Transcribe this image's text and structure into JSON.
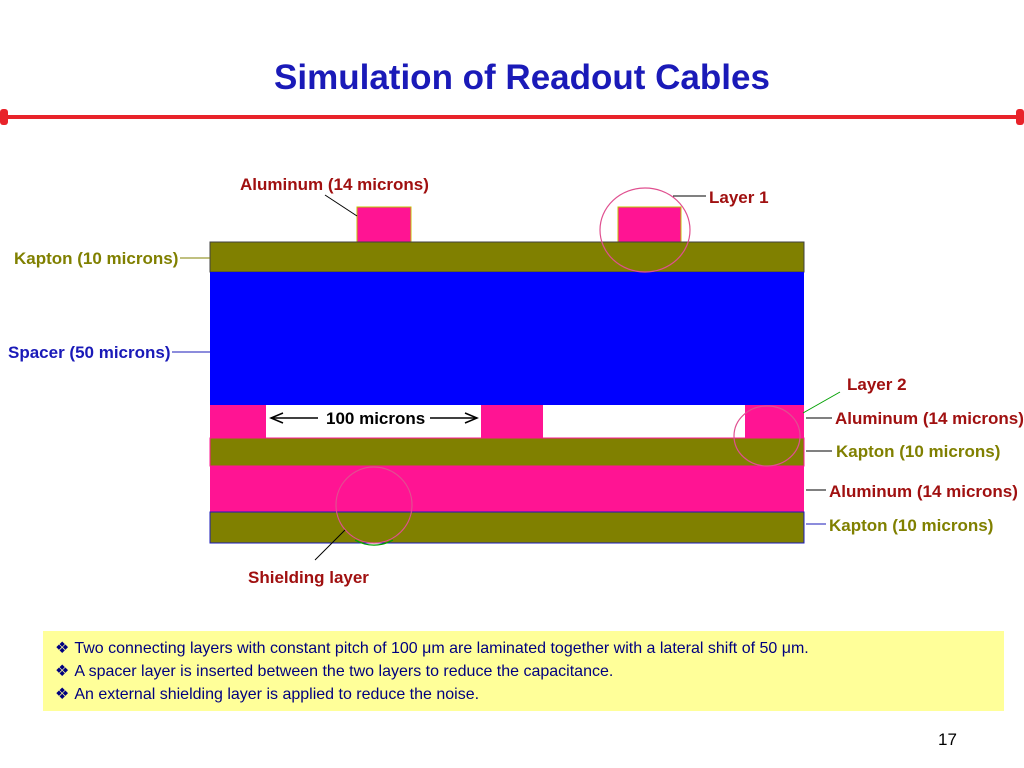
{
  "slide": {
    "title": "Simulation of Readout Cables",
    "page_number": "17"
  },
  "diagram": {
    "labels": {
      "aluminum_top": "Aluminum (14 microns)",
      "layer1": "Layer 1",
      "kapton_top": "Kapton (10 microns)",
      "spacer": "Spacer (50 microns)",
      "layer2": "Layer 2",
      "aluminum_right": "Aluminum (14 microns)",
      "kapton_right_mid": "Kapton (10 microns)",
      "aluminum_right_bottom": "Aluminum (14 microns)",
      "kapton_right_bottom": "Kapton (10 microns)",
      "pitch": "100 microns",
      "shielding": "Shielding layer"
    },
    "colors": {
      "aluminum": "#ff1493",
      "kapton": "#808000",
      "spacer": "#0000ff",
      "label_red": "#a01010",
      "label_blue": "#1a1ab8",
      "label_green": "#808000",
      "circle": "#e05090"
    }
  },
  "notes": {
    "bullet_glyph": "❖",
    "items": [
      "Two connecting layers with constant pitch of 100 μm are laminated together with a lateral shift of 50 μm.",
      "A spacer layer is inserted between the two layers to reduce the capacitance.",
      "An external shielding layer is applied to reduce the noise."
    ]
  }
}
